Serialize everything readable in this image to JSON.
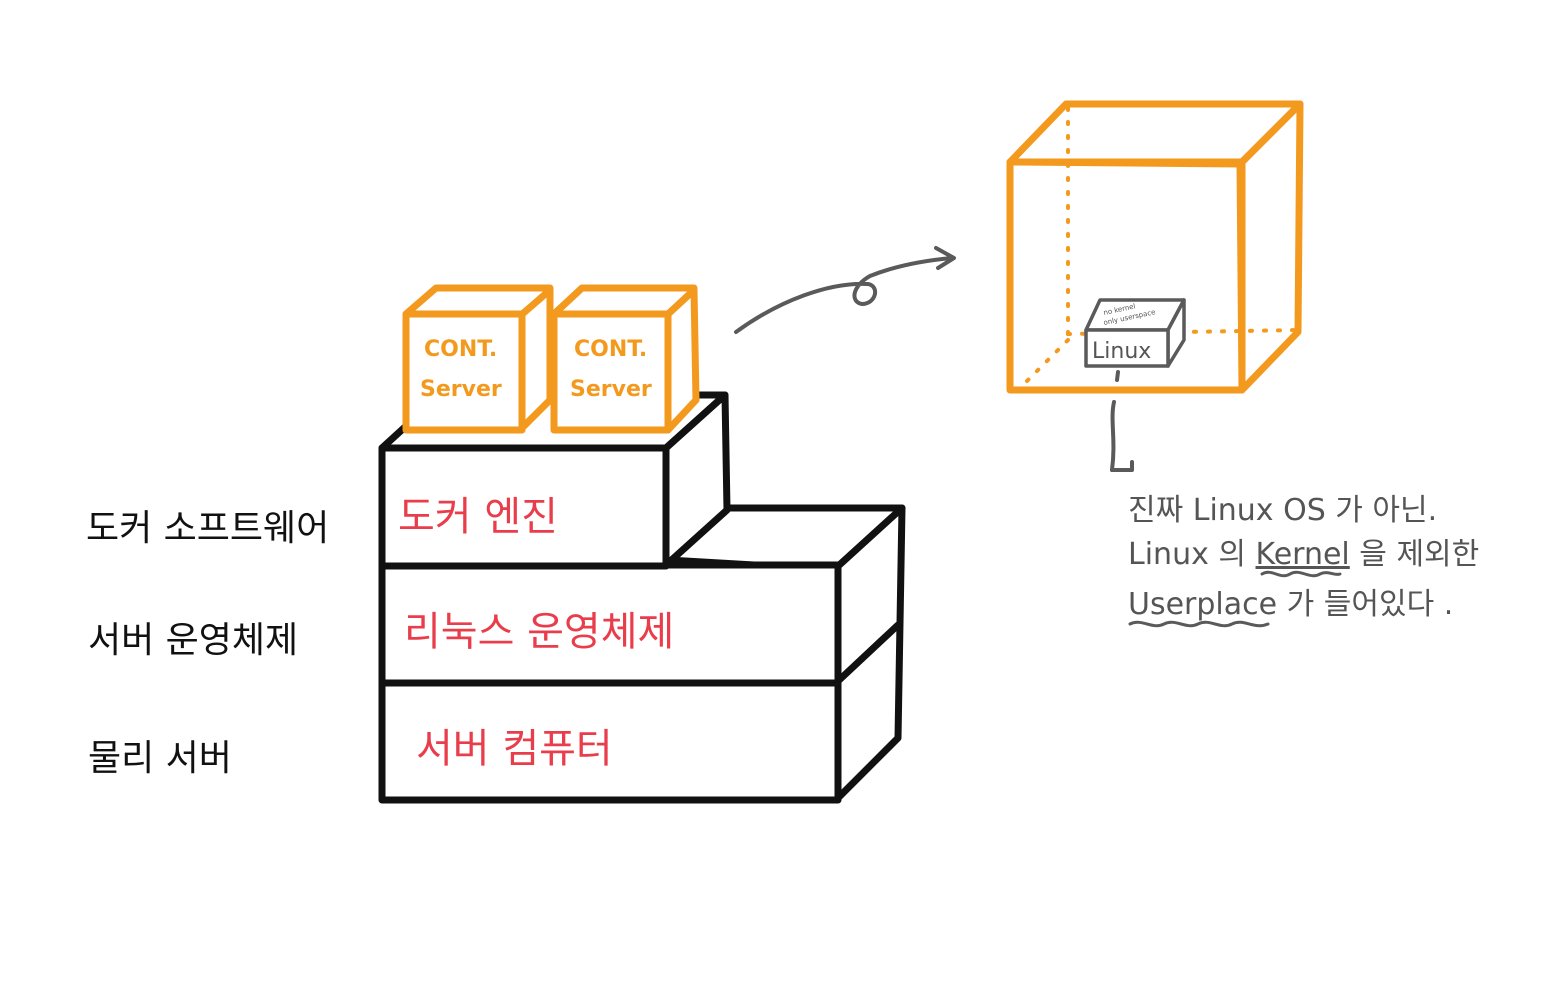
{
  "side_labels": {
    "docker_software": "도커 소프트웨어",
    "server_os": "서버 운영체제",
    "physical_server": "물리 서버"
  },
  "layers": {
    "docker_engine": "도커 엔진",
    "linux_os": "리눅스 운영체제",
    "server_computer": "서버 컴퓨터"
  },
  "containers": [
    {
      "line1": "CONT.",
      "line2": "Server"
    },
    {
      "line1": "CONT.",
      "line2": "Server"
    }
  ],
  "linux_box": {
    "label": "Linux",
    "top_note_line1": "no kernel",
    "top_note_line2": "only userspace"
  },
  "note": {
    "line1": "진짜 Linux OS 가 아닌.",
    "line2_prefix": "Linux 의 ",
    "line2_kernel": "Kernel",
    "line2_suffix": " 을 제외한",
    "line3_userspace": "Userplace",
    "line3_suffix": " 가 들어있다 ."
  },
  "colors": {
    "orange": "#f39a1e",
    "red": "#ea3d4b",
    "black": "#111111",
    "gray": "#5a5a5a"
  }
}
